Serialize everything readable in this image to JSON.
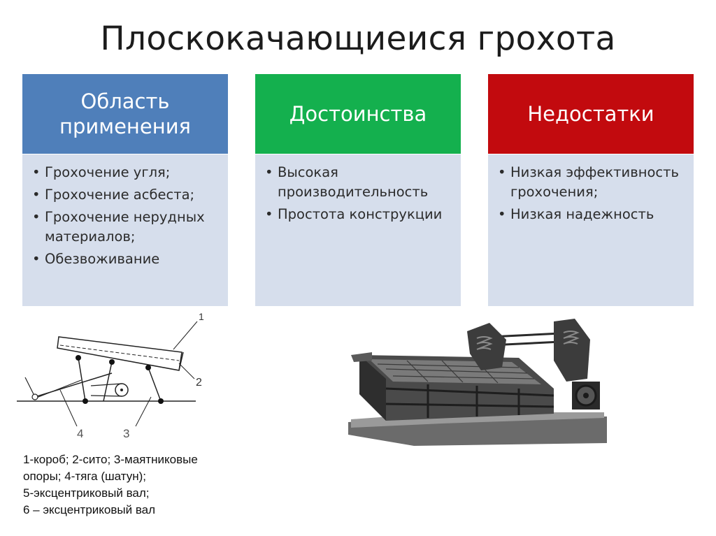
{
  "title": "Плоскокачающиеися грохота",
  "cards": [
    {
      "heading": "Область применения",
      "color": "#4f7fba",
      "items": [
        "Грохочение угля;",
        "Грохочение асбеста;",
        "Грохочение нерудных материалов;",
        "Обезвоживание"
      ]
    },
    {
      "heading": "Достоинства",
      "color": "#14b04e",
      "items": [
        "Высокая производительность",
        "Простота конструкции"
      ]
    },
    {
      "heading": "Недостатки",
      "color": "#c20a0e",
      "items": [
        "Низкая эффективность грохочения;",
        "Низкая надежность"
      ]
    }
  ],
  "diagram": {
    "labels": [
      "1",
      "2",
      "3",
      "4"
    ]
  },
  "legend": [
    "1-короб; 2-сито; 3-маятниковые",
    "опоры; 4-тяга (шатун);",
    "5-эксцентриковый вал;",
    "6 – эксцентриковый вал"
  ]
}
